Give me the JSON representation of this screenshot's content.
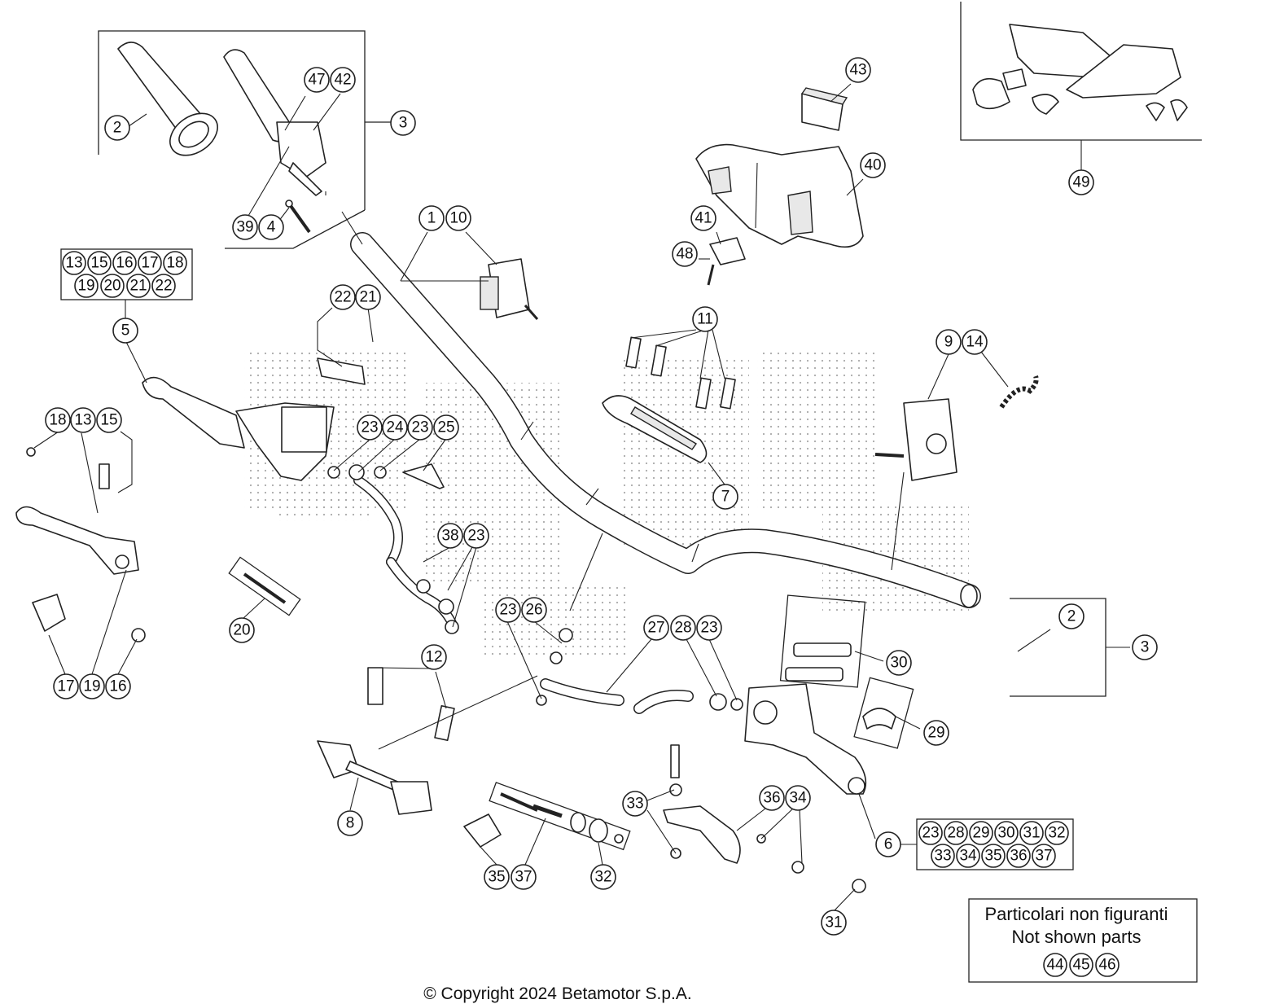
{
  "copyright": "© Copyright 2024 Betamotor S.p.A.",
  "note": {
    "line1": "Particolari non figuranti",
    "line2": "Not shown parts",
    "parts": [
      "44",
      "45",
      "46"
    ]
  },
  "callouts": {
    "c2a": "2",
    "c3a": "3",
    "c47": "47",
    "c42": "42",
    "c39": "39",
    "c4": "4",
    "c1": "1",
    "c10": "10",
    "c43": "43",
    "c40": "40",
    "c41": "41",
    "c48": "48",
    "c49": "49",
    "g5_13": "13",
    "g5_15": "15",
    "g5_16": "16",
    "g5_17": "17",
    "g5_18": "18",
    "g5_19": "19",
    "g5_20": "20",
    "g5_21": "21",
    "g5_22": "22",
    "c5": "5",
    "c22": "22",
    "c21": "21",
    "c11": "11",
    "c9": "9",
    "c14": "14",
    "c18": "18",
    "c13": "13",
    "c15": "15",
    "c23a": "23",
    "c24": "24",
    "c23b": "23",
    "c25": "25",
    "c7": "7",
    "c38": "38",
    "c23c": "23",
    "c20": "20",
    "c17": "17",
    "c19": "19",
    "c16": "16",
    "c23d": "23",
    "c26": "26",
    "c27": "27",
    "c28": "28",
    "c23e": "23",
    "c30": "30",
    "c2b": "2",
    "c3b": "3",
    "c12": "12",
    "c29": "29",
    "c36": "36",
    "c34": "34",
    "c33": "33",
    "c8": "8",
    "c35": "35",
    "c37": "37",
    "c32": "32",
    "c6": "6",
    "c31": "31",
    "g6_23": "23",
    "g6_28": "28",
    "g6_29": "29",
    "g6_30": "30",
    "g6_31": "31",
    "g6_32": "32",
    "g6_33": "33",
    "g6_34": "34",
    "g6_35": "35",
    "g6_36": "36",
    "g6_37": "37"
  }
}
